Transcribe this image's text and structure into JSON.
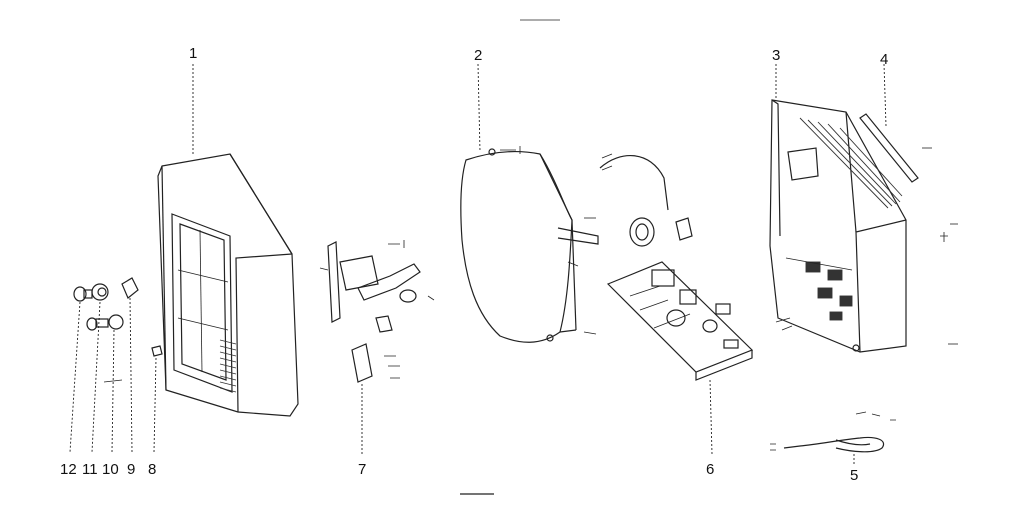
{
  "callouts": [
    "1",
    "2",
    "3",
    "4",
    "5",
    "6",
    "7",
    "8",
    "9",
    "10",
    "11",
    "12"
  ],
  "colors": {
    "ink": "#222222",
    "paper": "#ffffff",
    "shadow": "#333333"
  }
}
